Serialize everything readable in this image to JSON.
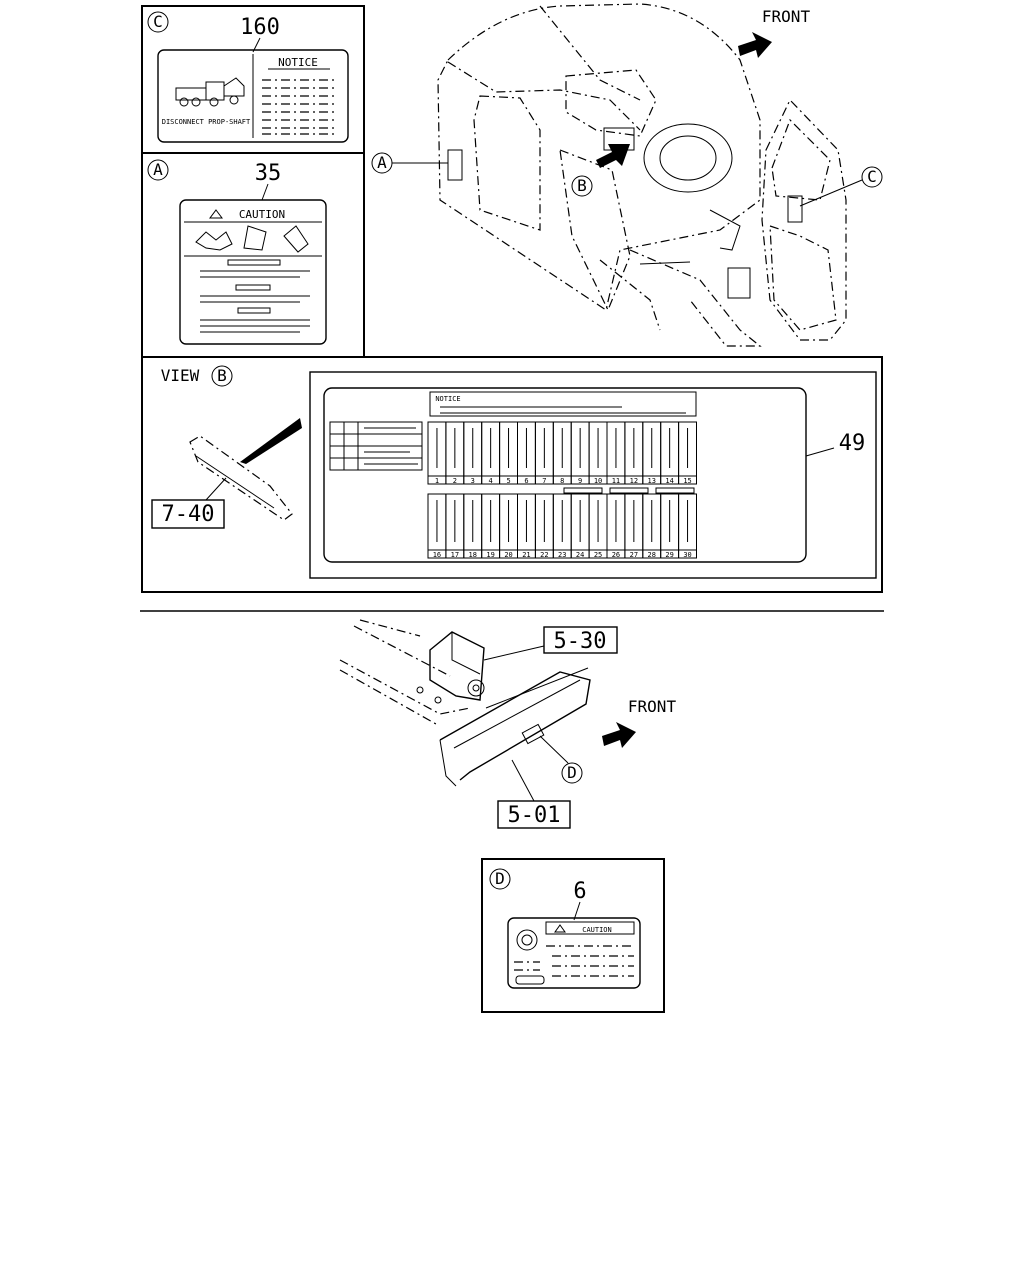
{
  "callouts": {
    "front_top": "FRONT",
    "front_bottom": "FRONT",
    "detail_c_letter": "C",
    "detail_c_part": "160",
    "detail_a_letter": "A",
    "detail_a_part": "35",
    "cab_marker_a": "A",
    "cab_marker_b": "B",
    "cab_marker_c": "C",
    "view_label": "VIEW",
    "view_letter": "B",
    "ref_7_40": "7-40",
    "part_49": "49",
    "ref_5_30": "5-30",
    "ref_5_01": "5-01",
    "frame_marker_d": "D",
    "detail_d_letter": "D",
    "detail_d_part": "6"
  },
  "labels": {
    "notice_160": "NOTICE",
    "caption_160": "DISCONNECT PROP-SHAFT",
    "caution_35": "CAUTION",
    "notice_49": "NOTICE",
    "caution_6": "CAUTION"
  },
  "fuse_numbers": {
    "top_row": [
      "1",
      "2",
      "3",
      "4",
      "5",
      "6",
      "7",
      "8",
      "9",
      "10",
      "11",
      "12",
      "13",
      "14",
      "15"
    ],
    "bottom_row": [
      "16",
      "17",
      "18",
      "19",
      "20",
      "21",
      "22",
      "23",
      "24",
      "25",
      "26",
      "27",
      "28",
      "29",
      "30"
    ]
  }
}
